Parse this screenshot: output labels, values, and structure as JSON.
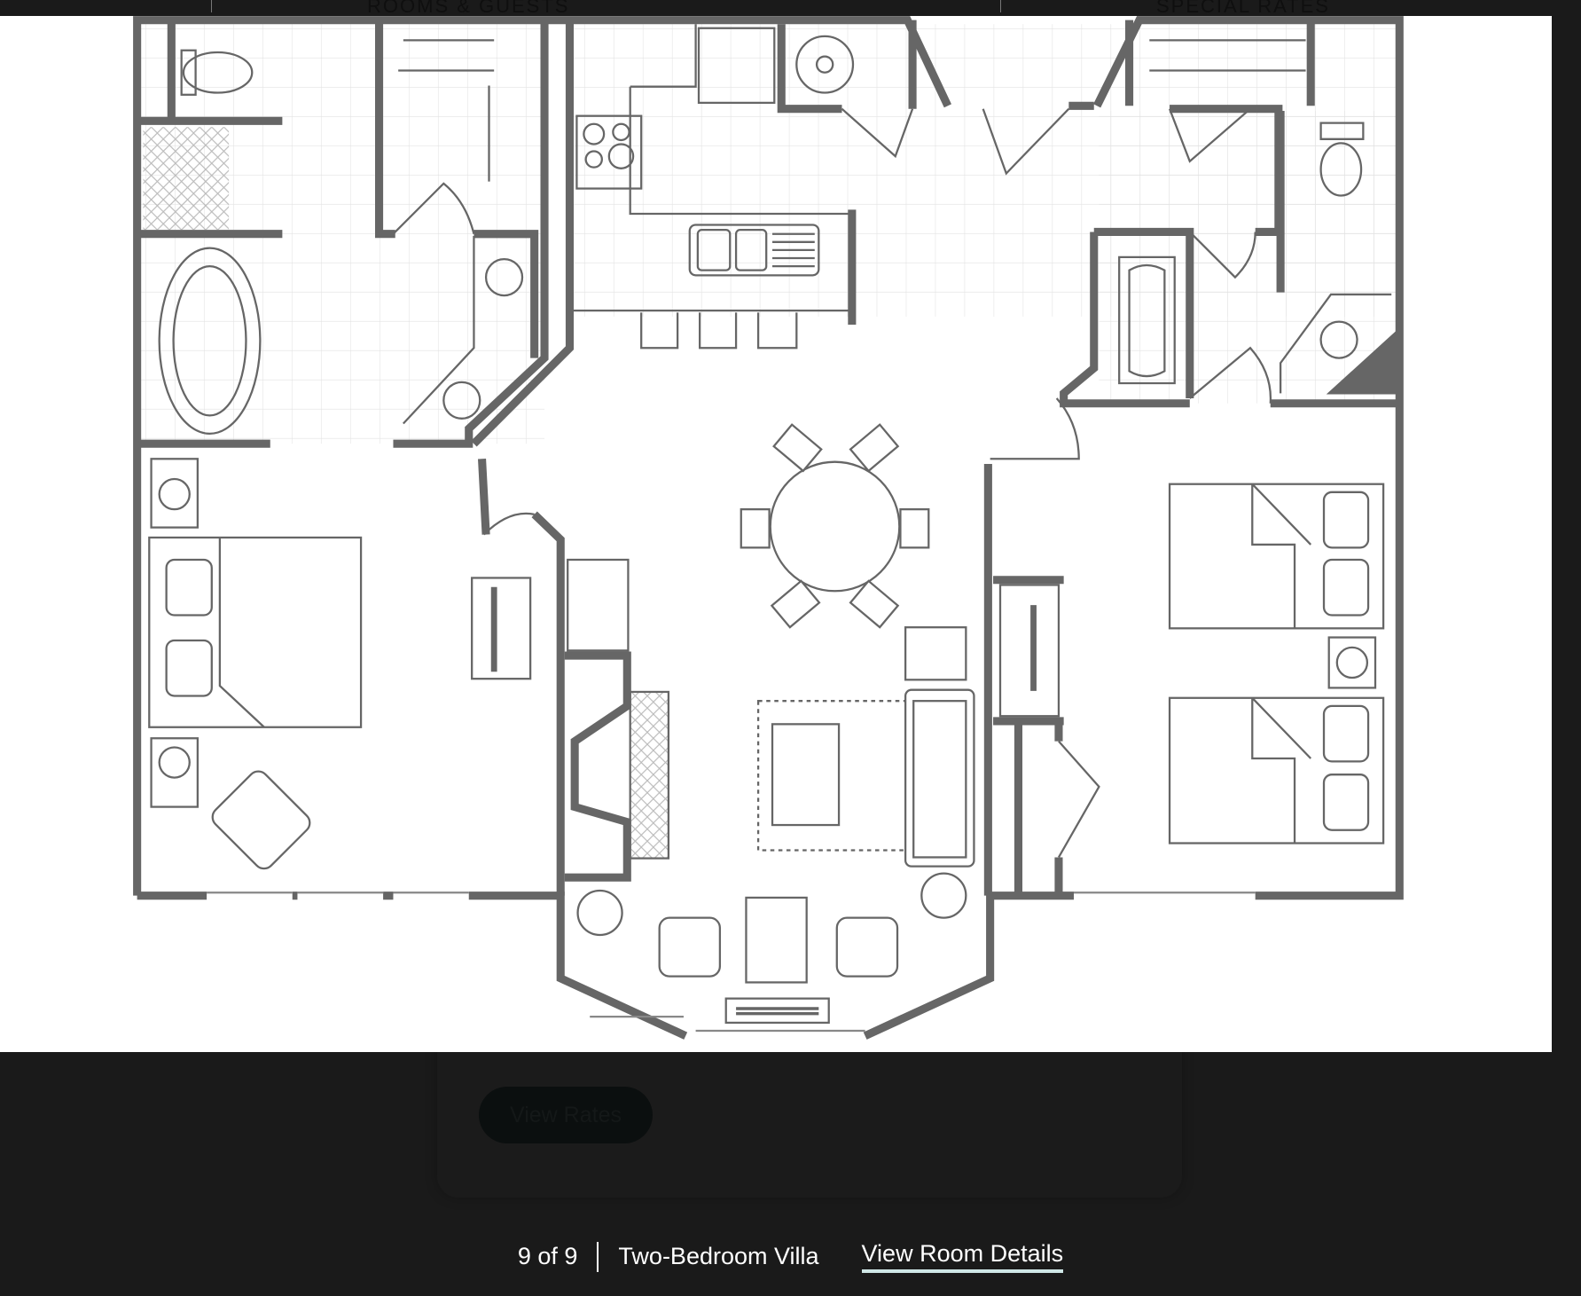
{
  "topbar": {
    "rooms_guests": "ROOMS & GUESTS",
    "special_rates": "SPECIAL RATES"
  },
  "card": {
    "view_rates": "View Rates"
  },
  "caption": {
    "counter": "9 of 9",
    "room_name": "Two-Bedroom Villa",
    "details_link": "View Room Details"
  },
  "colors": {
    "wall": "#666666",
    "underline": "#cfe7e6",
    "background": "#1a1a1a"
  }
}
